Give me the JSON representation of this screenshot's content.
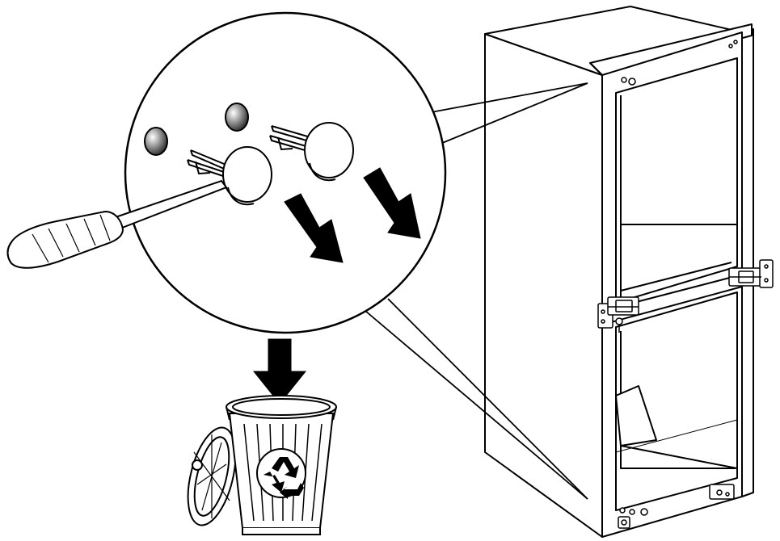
{
  "figure": {
    "background": "#ffffff",
    "line_color": "#000000"
  },
  "components": {
    "magnifier": "detail-view",
    "tool": "screwdriver",
    "parts": [
      "hole-cover-cap",
      "hole-cover-cap"
    ],
    "bin": "recycling-bin",
    "appliance": "built-in-fridge-cabinet"
  },
  "icons": {
    "recycle": "recycle-icon",
    "down_arrow": "down-arrow-icon",
    "diagonal_arrow": "diagonal-arrow-icon"
  }
}
